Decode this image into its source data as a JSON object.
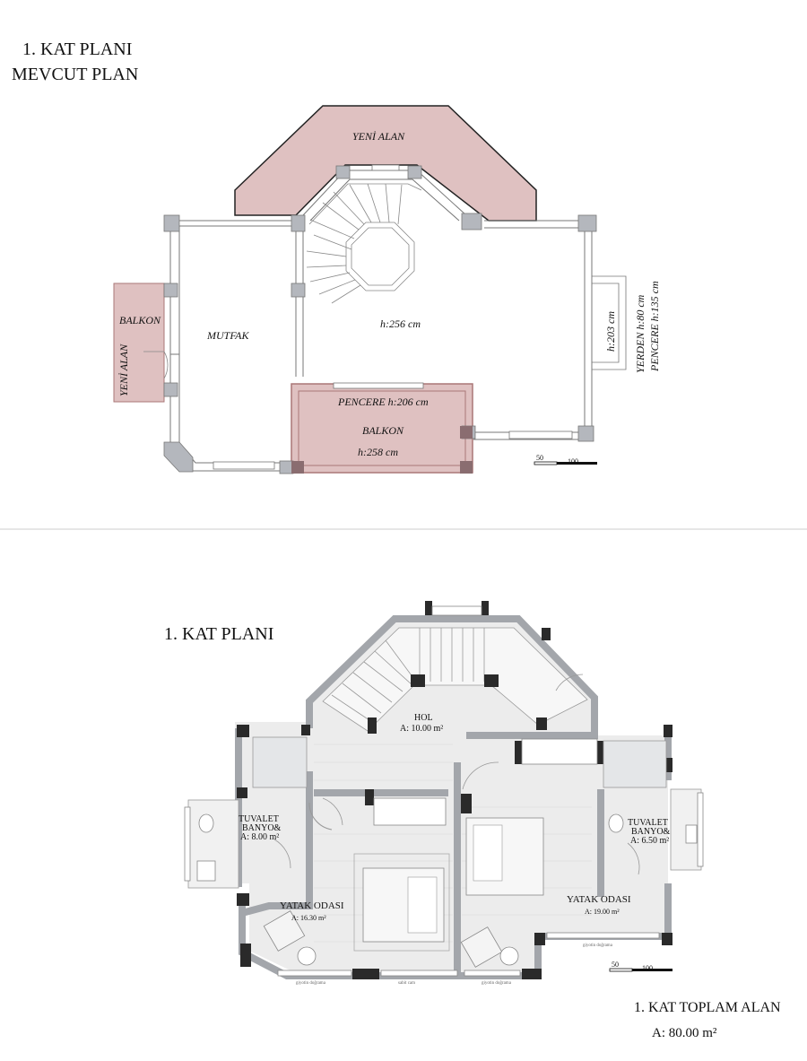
{
  "top_plan": {
    "title_line1": "1. KAT PLANI",
    "title_line2": "MEVCUT PLAN",
    "labels": {
      "new_area_top": "YENİ ALAN",
      "balcony_left": "BALKON",
      "new_area_left": "YENİ ALAN",
      "kitchen": "MUTFAK",
      "height_center": "h:256 cm",
      "height_bay": "h:203 cm",
      "window_note_1": "YERDEN h:80 cm",
      "window_note_2": "PENCERE h:135 cm",
      "window_balcony": "PENCERE h:206 cm",
      "balcony_bottom": "BALKON",
      "height_balcony": "h:258 cm"
    },
    "scale": {
      "a": "50",
      "b": "100"
    }
  },
  "bottom_plan": {
    "title": "1. KAT PLANI",
    "rooms": {
      "hall_name": "HOL",
      "hall_area": "A: 10.00 m²",
      "wc_left_name_1": "TUVALET",
      "wc_left_name_2": "BANYO&",
      "wc_left_area": "A: 8.00 m²",
      "wc_right_name_1": "TUVALET",
      "wc_right_name_2": "BANYO&",
      "wc_right_area": "A: 6.50 m²",
      "bedroom_left_name": "YATAK ODASI",
      "bedroom_left_area": "A: 16.30 m²",
      "bedroom_right_name": "YATAK ODASI",
      "bedroom_right_area": "A: 19.00 m²"
    },
    "window_notes": {
      "w1": "giyotin doğrama",
      "w2": "sabit cam",
      "w3": "giyotin doğrama",
      "w4": "giyotin doğrama"
    },
    "scale": {
      "a": "50",
      "b": "100"
    },
    "total_label": "1. KAT  TOPLAM ALAN",
    "total_area": "A: 80.00 m²"
  },
  "colors": {
    "new_area_fill": "#dfc1c1",
    "wall_gray": "#a3a6ab",
    "column_gray": "#b4b7bd",
    "dark_column": "#2a2a2a",
    "floor_light": "#ececec"
  }
}
